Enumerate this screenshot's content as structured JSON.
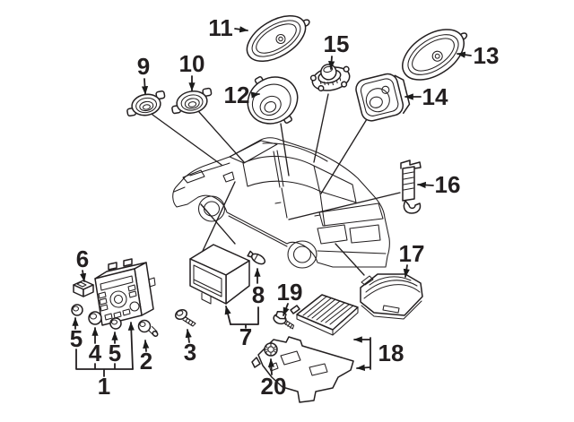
{
  "diagram": {
    "kind": "exploded-parts-diagram",
    "background_color": "#ffffff",
    "line_color": "#231f20"
  },
  "callouts": {
    "c1": "1",
    "c2": "2",
    "c3": "3",
    "c4": "4",
    "c5a": "5",
    "c5b": "5",
    "c6": "6",
    "c7": "7",
    "c8": "8",
    "c9": "9",
    "c10": "10",
    "c11": "11",
    "c12": "12",
    "c13": "13",
    "c14": "14",
    "c15": "15",
    "c16": "16",
    "c17": "17",
    "c18": "18",
    "c19": "19",
    "c20": "20"
  }
}
